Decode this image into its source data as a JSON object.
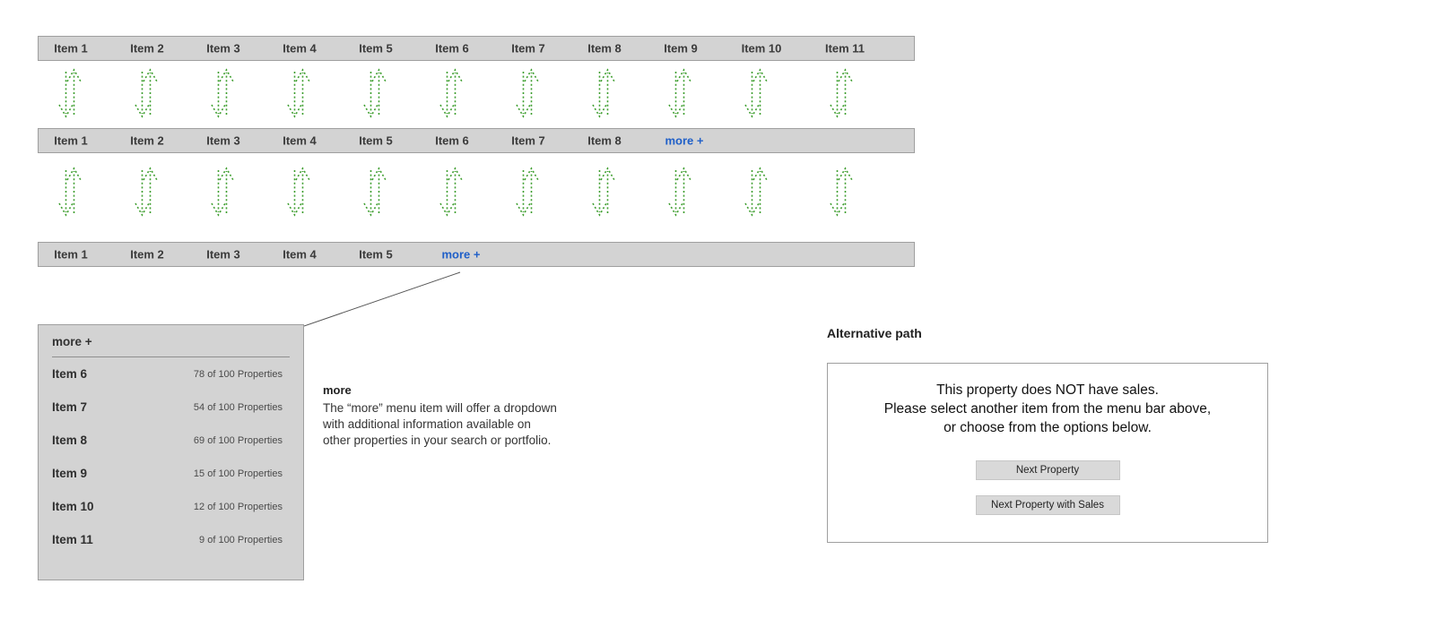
{
  "menu_bars": [
    {
      "items": [
        "Item 1",
        "Item 2",
        "Item 3",
        "Item 4",
        "Item 5",
        "Item 6",
        "Item 7",
        "Item 8",
        "Item 9",
        "Item 10",
        "Item 11"
      ]
    },
    {
      "items": [
        "Item 1",
        "Item 2",
        "Item 3",
        "Item 4",
        "Item 5",
        "Item 6",
        "Item 7",
        "Item 8"
      ],
      "more_label": "more +"
    },
    {
      "items": [
        "Item 1",
        "Item 2",
        "Item 3",
        "Item 4",
        "Item 5"
      ],
      "more_label": "more +"
    }
  ],
  "dropdown": {
    "title": "more +",
    "rows": [
      {
        "label": "Item 6",
        "detail": "78 of 100 Properties"
      },
      {
        "label": "Item 7",
        "detail": "54 of 100 Properties"
      },
      {
        "label": "Item 8",
        "detail": "69 of 100 Properties"
      },
      {
        "label": "Item 9",
        "detail": "15 of 100 Properties"
      },
      {
        "label": "Item 10",
        "detail": "12 of 100 Properties"
      },
      {
        "label": "Item 11",
        "detail": "9 of 100 Properties"
      }
    ]
  },
  "annotation": {
    "title": "more",
    "body": "The “more” menu item will offer a dropdown with additional information available on other properties in your search or portfolio."
  },
  "alternative": {
    "heading": "Alternative path",
    "message_lines": [
      "This property does NOT have sales.",
      "Please select another item from the menu bar above,",
      "or choose from the options below."
    ],
    "buttons": [
      "Next Property",
      "Next Property with Sales"
    ]
  },
  "icons": {
    "swap_arrows": "up-down-swap-arrows-icon"
  },
  "colors": {
    "bar_bg": "#d3d3d3",
    "more_link": "#1f5fc8",
    "arrow_green": "#3e9e2f"
  }
}
